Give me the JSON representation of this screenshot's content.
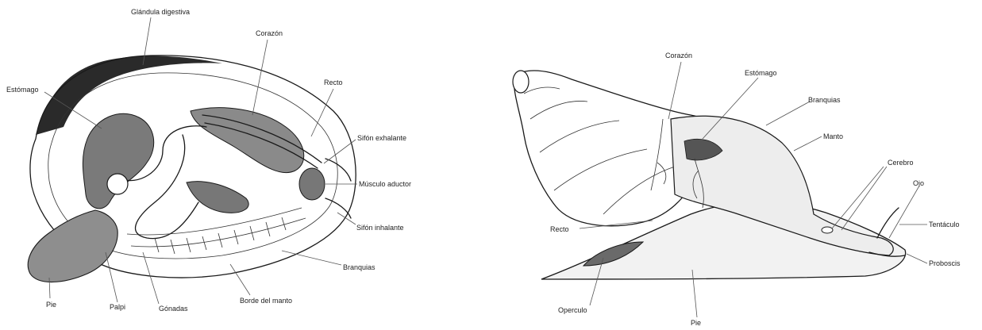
{
  "bivalve": {
    "labels": {
      "glandula": "Glándula digestiva",
      "corazon": "Corazón",
      "estomago": "Estómago",
      "recto": "Recto",
      "sifon_exhalante": "Sifón exhalante",
      "musculo_aductor": "Músculo aductor",
      "sifon_inhalante": "Sifón inhalante",
      "branquias": "Branquias",
      "borde_manto": "Borde del manto",
      "gonadas": "Gónadas",
      "palpi": "Palpi",
      "pie": "Pie"
    }
  },
  "snail": {
    "labels": {
      "corazon": "Corazón",
      "estomago": "Estómago",
      "branquias": "Branquias",
      "manto": "Manto",
      "cerebro": "Cerebro",
      "ojo": "Ojo",
      "tentaculo": "Tentáculo",
      "proboscis": "Proboscis",
      "recto": "Recto",
      "operculo": "Operculo",
      "pie": "Pie"
    }
  },
  "colors": {
    "ink": "#1a1a1a",
    "shade": "#6e6e6e",
    "dark": "#2a2a2a",
    "paper": "#ffffff"
  }
}
